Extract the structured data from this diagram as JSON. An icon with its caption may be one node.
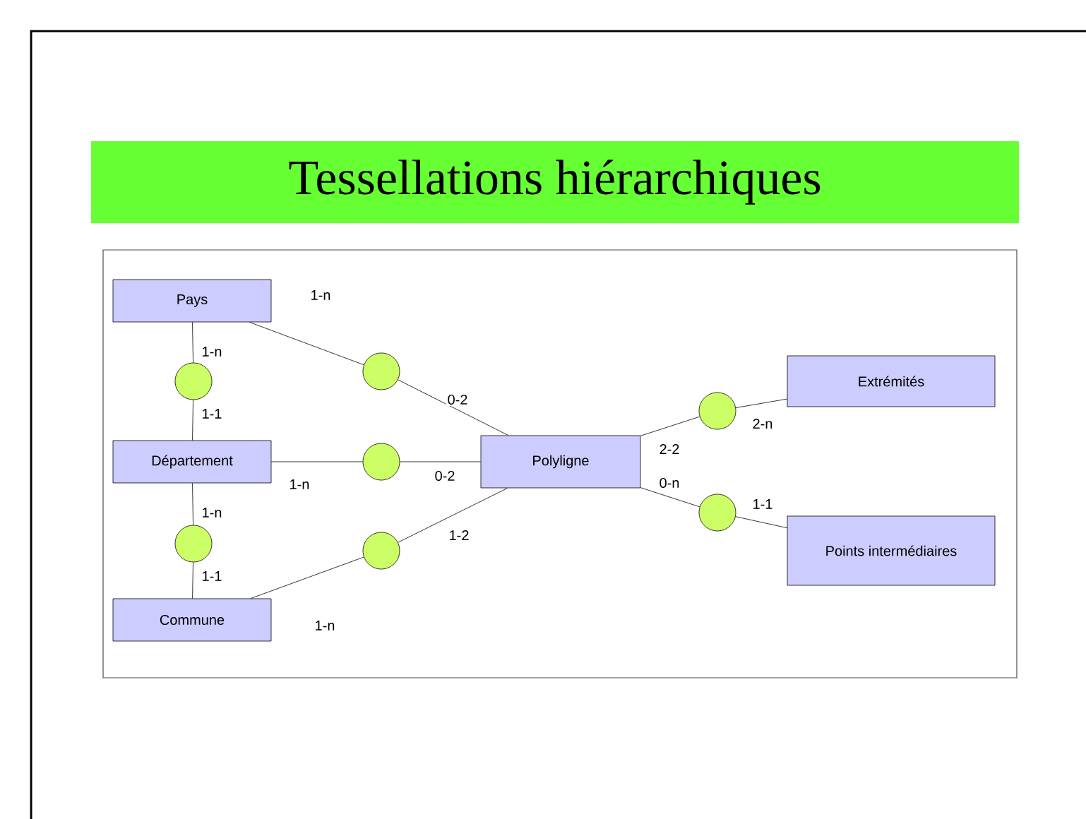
{
  "diagram": {
    "title": "Tessellations hiérarchiques",
    "nodes": [
      {
        "text": [
          "Pays"
        ]
      },
      {
        "text": [
          "Département"
        ]
      },
      {
        "text": [
          "Commune"
        ]
      },
      {
        "text": [
          "Polyligne"
        ]
      },
      {
        "text": [
          "Extrémités"
        ]
      },
      {
        "text": [
          "Points intermédiaires"
        ]
      },
      {
        "text": [],
        "shape": "circle"
      },
      {
        "text": [],
        "shape": "circle"
      },
      {
        "text": [],
        "shape": "circle"
      },
      {
        "text": [],
        "shape": "circle"
      },
      {
        "text": [],
        "shape": "circle"
      },
      {
        "text": [],
        "shape": "circle"
      },
      {
        "text": [],
        "shape": "circle"
      }
    ],
    "edges": [
      {
        "from": 0,
        "to": 6,
        "arrow": "none",
        "label": "1-n"
      },
      {
        "from": 6,
        "to": 1,
        "arrow": "none",
        "label": "1-1"
      },
      {
        "from": 1,
        "to": 7,
        "arrow": "none",
        "label": "1-n"
      },
      {
        "from": 7,
        "to": 2,
        "arrow": "none",
        "label": "1-1"
      },
      {
        "from": 0,
        "to": 8,
        "arrow": "none",
        "label": "1-n"
      },
      {
        "from": 8,
        "to": 3,
        "arrow": "none",
        "label": "0-2"
      },
      {
        "from": 1,
        "to": 9,
        "arrow": "none",
        "label": "1-n"
      },
      {
        "from": 9,
        "to": 3,
        "arrow": "none",
        "label": "0-2"
      },
      {
        "from": 2,
        "to": 10,
        "arrow": "none",
        "label": "1-n"
      },
      {
        "from": 10,
        "to": 3,
        "arrow": "none",
        "label": "1-2"
      },
      {
        "from": 3,
        "to": 11,
        "arrow": "none",
        "label": "2-2"
      },
      {
        "from": 11,
        "to": 4,
        "arrow": "none",
        "label": "2-n"
      },
      {
        "from": 3,
        "to": 12,
        "arrow": "none",
        "label": "0-n"
      },
      {
        "from": 12,
        "to": 5,
        "arrow": "none",
        "label": "1-1"
      }
    ]
  }
}
